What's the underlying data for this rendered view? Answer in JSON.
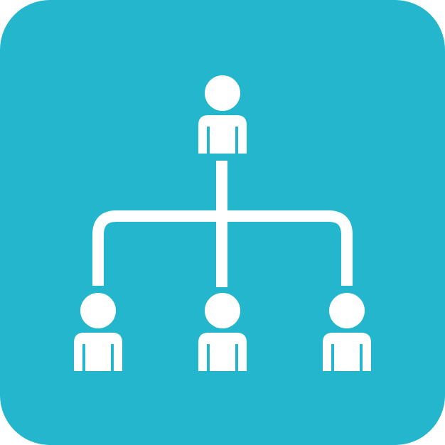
{
  "icon": {
    "name": "org-chart-hierarchy-icon",
    "background_color": "#23b6cc",
    "foreground_color": "#ffffff",
    "people": [
      {
        "role": "top"
      },
      {
        "role": "bottom-left"
      },
      {
        "role": "bottom-center"
      },
      {
        "role": "bottom-right"
      }
    ]
  }
}
